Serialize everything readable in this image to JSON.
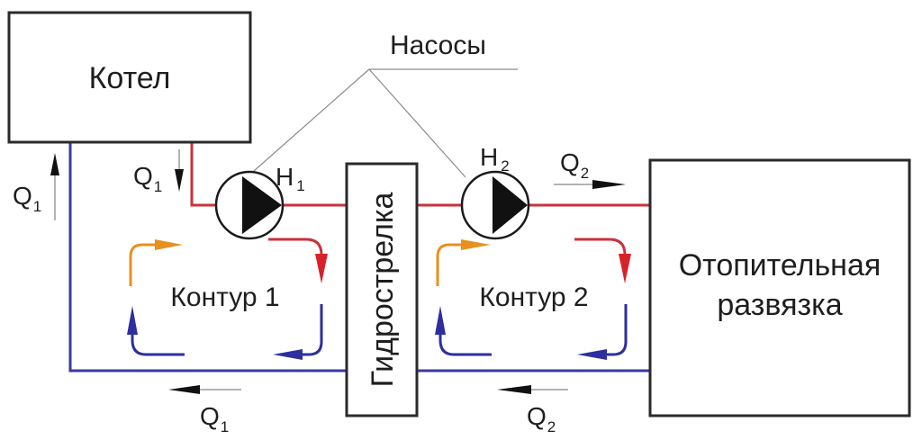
{
  "title": "Hydraulic separator heating scheme",
  "colors": {
    "hot_pipe": "#c8323c",
    "cold_pipe": "#3a3aa0",
    "loop_orange": "#e8901e",
    "loop_red": "#d8222a",
    "loop_blue": "#2e2e9e",
    "outline": "#2a2a2a"
  },
  "blocks": {
    "boiler": "Котел",
    "separator": "Гидрострелка",
    "distribution_line1": "Отопительная",
    "distribution_line2": "развязка"
  },
  "callout": {
    "pumps_label": "Насосы"
  },
  "pumps": [
    {
      "id": "H1",
      "letter": "H",
      "index": "1"
    },
    {
      "id": "H2",
      "letter": "H",
      "index": "2"
    }
  ],
  "loops": [
    {
      "label": "Контур 1"
    },
    {
      "label": "Контур 2"
    }
  ],
  "flows": {
    "q1_boiler_return": {
      "letter": "Q",
      "index": "1",
      "direction": "up"
    },
    "q1_boiler_supply": {
      "letter": "Q",
      "index": "1",
      "direction": "down"
    },
    "q2_supply": {
      "letter": "Q",
      "index": "2",
      "direction": "right"
    },
    "q1_return": {
      "letter": "Q",
      "index": "1",
      "direction": "left"
    },
    "q2_return": {
      "letter": "Q",
      "index": "2",
      "direction": "left"
    }
  }
}
